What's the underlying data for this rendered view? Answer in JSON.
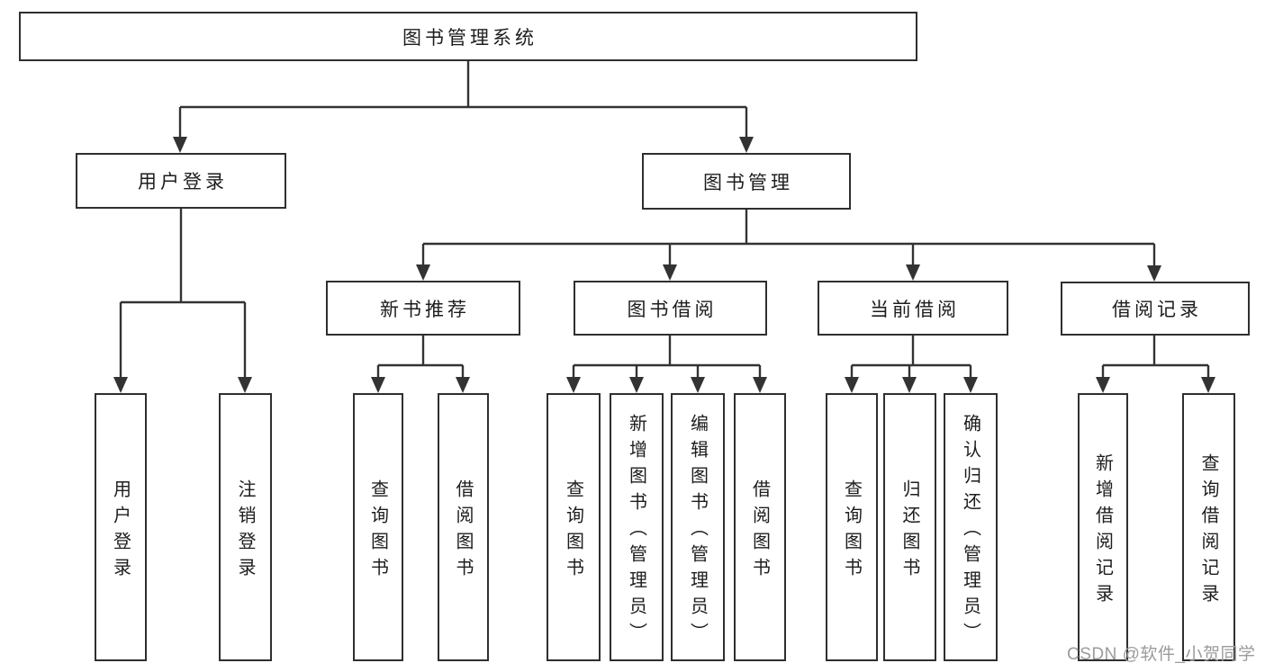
{
  "tree": {
    "root": {
      "label": "图书管理系统",
      "children": [
        {
          "label": "用户登录",
          "children": [
            {
              "label": "用户登录"
            },
            {
              "label": "注销登录"
            }
          ]
        },
        {
          "label": "图书管理",
          "children": [
            {
              "label": "新书推荐",
              "children": [
                {
                  "label": "查询图书"
                },
                {
                  "label": "借阅图书"
                }
              ]
            },
            {
              "label": "图书借阅",
              "children": [
                {
                  "label": "查询图书"
                },
                {
                  "label": "新增图书（管理员）"
                },
                {
                  "label": "编辑图书（管理员）"
                },
                {
                  "label": "借阅图书"
                }
              ]
            },
            {
              "label": "当前借阅",
              "children": [
                {
                  "label": "查询图书"
                },
                {
                  "label": "归还图书"
                },
                {
                  "label": "确认归还（管理员）"
                }
              ]
            },
            {
              "label": "借阅记录",
              "children": [
                {
                  "label": "新增借阅记录"
                },
                {
                  "label": "查询借阅记录"
                }
              ]
            }
          ]
        }
      ]
    }
  },
  "watermark": {
    "text": "CSDN @软件_小贺同学"
  },
  "colors": {
    "line": "#333333",
    "border": "#2f2f2f",
    "text": "#1d1d1f",
    "background": "#ffffff",
    "watermark": "#9b9b9e"
  }
}
